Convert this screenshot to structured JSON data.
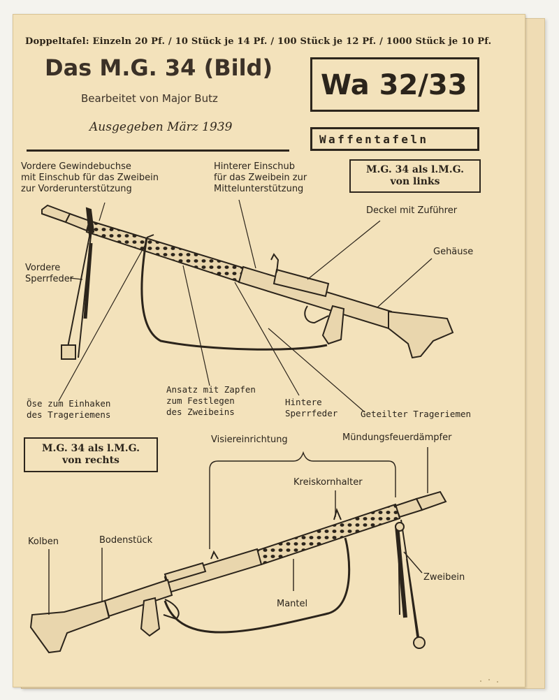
{
  "header": {
    "price_line": "Doppeltafel: Einzeln 20 Pf. / 10 Stück je 14 Pf. / 100 Stück je 12 Pf. / 1000 Stück je 10 Pf.",
    "title": "Das M.G. 34 (Bild)",
    "author": "Bearbeitet von Major Butz",
    "issued": "Ausgegeben März 1939",
    "code": "Wa 32/33",
    "series": "Waffentafeln"
  },
  "panels": {
    "left_view": {
      "line1": "M.G. 34 als l.M.G.",
      "line2": "von links"
    },
    "right_view": {
      "line1": "M.G. 34 als l.M.G.",
      "line2": "von rechts"
    }
  },
  "labels_top": {
    "front_bushing": [
      "Vordere Gewindebuchse",
      "mit Einschub für das Zweibein",
      "zur Vorderunterstützung"
    ],
    "rear_insert": [
      "Hinterer Einschub",
      "für das Zweibein zur",
      "Mittelunterstützung"
    ],
    "cover_feed": "Deckel mit Zuführer",
    "receiver": "Gehäuse",
    "front_spring": [
      "Vordere",
      "Sperrfeder"
    ],
    "lug": [
      "Ansatz mit Zapfen",
      "zum Festlegen",
      "des Zweibeins"
    ],
    "rear_spring": [
      "Hintere",
      "Sperrfeder"
    ],
    "eyelet": [
      "Öse zum Einhaken",
      "des Trageriemens"
    ],
    "split_sling": "Geteilter Trageriemen"
  },
  "labels_bottom": {
    "sights": "Visiereinrichtung",
    "muzzle": "Mündungsfeuerdämpfer",
    "front_sight": "Kreiskornhalter",
    "stock": "Kolben",
    "butt_piece": "Bodenstück",
    "bipod": "Zweibein",
    "jacket": "Mantel"
  }
}
